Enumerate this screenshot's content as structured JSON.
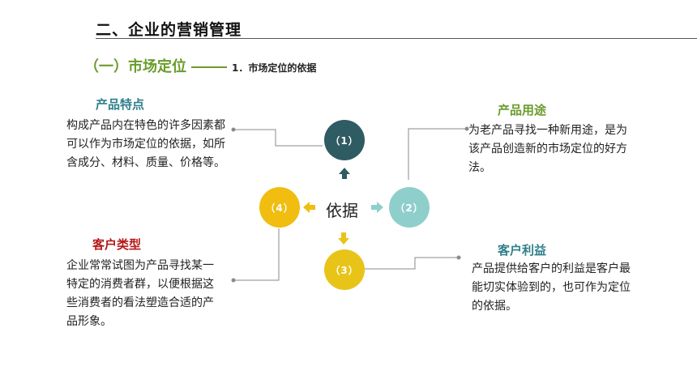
{
  "header": {
    "title": "二、企业的营销管理",
    "subtitle": "（一）市场定位",
    "subtitle_note": "1．市场定位的依据"
  },
  "diagram": {
    "center_label": "依据",
    "nodes": [
      {
        "label": "（1）",
        "color": "#2f5b62"
      },
      {
        "label": "（2）",
        "color": "#8ecfcc"
      },
      {
        "label": "（3）",
        "color": "#e8c419"
      },
      {
        "label": "（4）",
        "color": "#f0bd10"
      }
    ],
    "arrow_colors": {
      "up": "#2f5b62",
      "right": "#8ecfcc",
      "down": "#e8c419",
      "left": "#f0bd10"
    }
  },
  "panels": {
    "product_features": {
      "heading": "产品特点",
      "color": "#2f7f8c",
      "text": "构成产品内在特色的许多因素都可以作为市场定位的依据，如所含成分、材料、质量、价格等。"
    },
    "product_use": {
      "heading": "产品用途",
      "color": "#6a9c2b",
      "text": "为老产品寻找一种新用途，是为该产品创造新的市场定位的好方法。"
    },
    "customer_type": {
      "heading": "客户类型",
      "color": "#b51818",
      "text": "企业常常试图为产品寻找某一特定的消费者群，以便根据这些消费者的看法塑造合适的产品形象。"
    },
    "customer_benefit": {
      "heading": "客户利益",
      "color": "#2f7f8c",
      "text": "产品提供给客户的利益是客户最能切实体验到的，也可作为定位的依据。"
    }
  }
}
